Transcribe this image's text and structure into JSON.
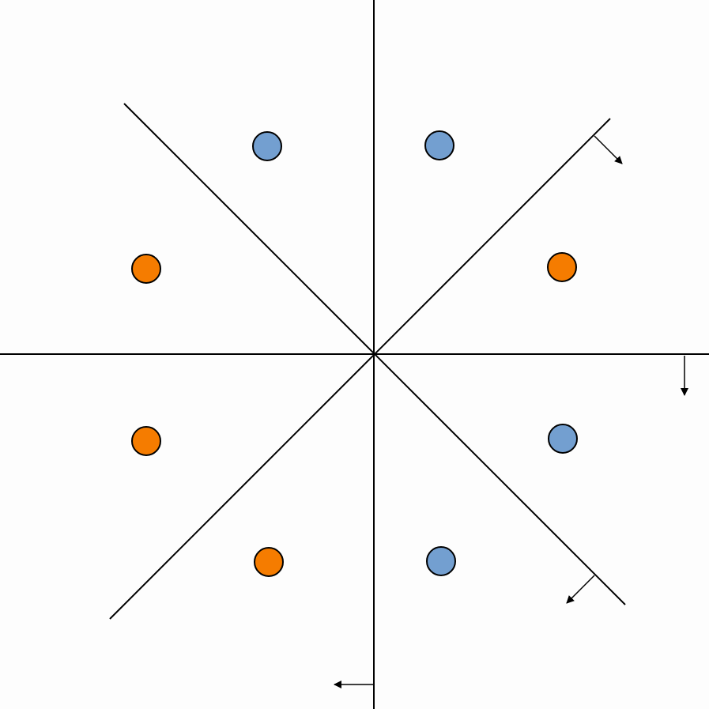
{
  "colors": {
    "background": "#fdfdfd",
    "stroke": "#000000",
    "class_a": "#739fd0",
    "class_b": "#f57c00"
  },
  "points": [
    {
      "id": "blue-top-left",
      "class": "class_a"
    },
    {
      "id": "blue-top-right",
      "class": "class_a"
    },
    {
      "id": "orange-upper-left",
      "class": "class_b"
    },
    {
      "id": "orange-upper-right",
      "class": "class_b"
    },
    {
      "id": "orange-lower-left",
      "class": "class_b"
    },
    {
      "id": "blue-lower-right",
      "class": "class_a"
    },
    {
      "id": "orange-bottom-left",
      "class": "class_b"
    },
    {
      "id": "blue-bottom-right",
      "class": "class_a"
    }
  ],
  "separating_lines": [
    {
      "id": "vertical-line",
      "has_normal_arrow": true,
      "arrow_direction": "left"
    },
    {
      "id": "horizontal-line",
      "has_normal_arrow": true,
      "arrow_direction": "down"
    },
    {
      "id": "diagonal-up-line",
      "has_normal_arrow": true,
      "arrow_direction": "down-right"
    },
    {
      "id": "diagonal-down-line",
      "has_normal_arrow": true,
      "arrow_direction": "down-left"
    }
  ]
}
